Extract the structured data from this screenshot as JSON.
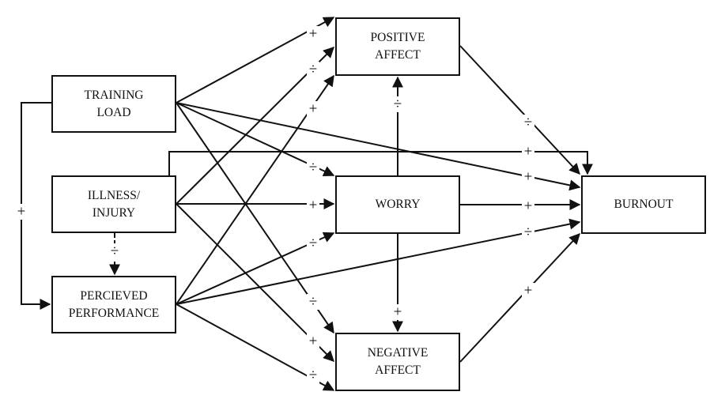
{
  "diagram": {
    "nodes": [
      {
        "id": "training_load",
        "lines": [
          "TRAINING",
          "LOAD"
        ]
      },
      {
        "id": "illness_injury",
        "lines": [
          "ILLNESS/",
          "INJURY"
        ]
      },
      {
        "id": "percieved_performance",
        "lines": [
          "PERCIEVED",
          "PERFORMANCE"
        ]
      },
      {
        "id": "positive_affect",
        "lines": [
          "POSITIVE",
          "AFFECT"
        ]
      },
      {
        "id": "worry",
        "lines": [
          "WORRY"
        ]
      },
      {
        "id": "negative_affect",
        "lines": [
          "NEGATIVE",
          "AFFECT"
        ]
      },
      {
        "id": "burnout",
        "lines": [
          "BURNOUT"
        ]
      }
    ],
    "edges": [
      {
        "from": "training_load",
        "to": "percieved_performance",
        "sign": "+"
      },
      {
        "from": "illness_injury",
        "to": "percieved_performance",
        "sign": "÷"
      },
      {
        "from": "training_load",
        "to": "positive_affect",
        "sign": "+"
      },
      {
        "from": "illness_injury",
        "to": "positive_affect",
        "sign": "÷"
      },
      {
        "from": "percieved_performance",
        "to": "positive_affect",
        "sign": "+"
      },
      {
        "from": "training_load",
        "to": "worry",
        "sign": "÷"
      },
      {
        "from": "illness_injury",
        "to": "worry",
        "sign": "+"
      },
      {
        "from": "percieved_performance",
        "to": "worry",
        "sign": "÷"
      },
      {
        "from": "training_load",
        "to": "negative_affect",
        "sign": "÷"
      },
      {
        "from": "illness_injury",
        "to": "negative_affect",
        "sign": "+"
      },
      {
        "from": "percieved_performance",
        "to": "negative_affect",
        "sign": "÷"
      },
      {
        "from": "worry",
        "to": "positive_affect",
        "sign": "÷"
      },
      {
        "from": "worry",
        "to": "negative_affect",
        "sign": "+"
      },
      {
        "from": "positive_affect",
        "to": "burnout",
        "sign": "÷"
      },
      {
        "from": "illness_injury",
        "to": "burnout",
        "sign": "+"
      },
      {
        "from": "training_load",
        "to": "burnout",
        "sign": "+"
      },
      {
        "from": "worry",
        "to": "burnout",
        "sign": "+"
      },
      {
        "from": "percieved_performance",
        "to": "burnout",
        "sign": "÷"
      },
      {
        "from": "negative_affect",
        "to": "burnout",
        "sign": "+"
      }
    ]
  }
}
